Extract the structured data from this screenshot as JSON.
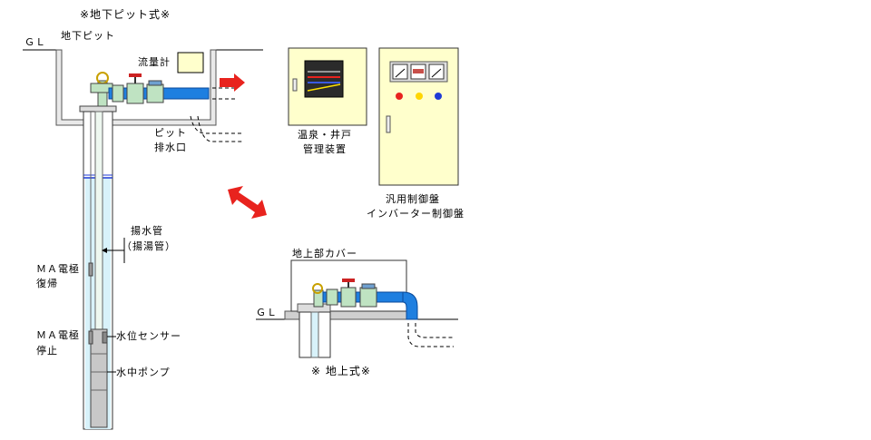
{
  "titles": {
    "pit_type": "※地下ピット式※",
    "surface_type": "※ 地上式※"
  },
  "labels": {
    "gl": "ＧＬ",
    "underground_pit": "地下ピット",
    "flow_meter": "流量計",
    "pit_drain_line1": "ピット",
    "pit_drain_line2": "排水口",
    "hot_spring_panel_line1": "温泉・井戸",
    "hot_spring_panel_line2": "管理装置",
    "control_panel_line1": "汎用制御盤",
    "control_panel_line2": "インバーター制御盤",
    "pump_pipe_line1": "揚水管",
    "pump_pipe_line2": "（揚湯管）",
    "ma_restore_line1": "ＭＡ電極",
    "ma_restore_line2": "復帰",
    "ma_stop_line1": "ＭＡ電極",
    "ma_stop_line2": "停止",
    "water_level_sensor": "水位センサー",
    "submersible_pump": "水中ポンプ",
    "ground_cover": "地上部カバー"
  },
  "colors": {
    "pipe_blue": "#1e7fe0",
    "pit_fill": "#e9e9e9",
    "panel_fill": "#ffffcc",
    "arrow_red": "#e8231e",
    "well_fill": "#d8f2fa",
    "lamp_red": "#e8231e",
    "lamp_yellow": "#ffd600",
    "lamp_blue": "#1f3bd6"
  }
}
